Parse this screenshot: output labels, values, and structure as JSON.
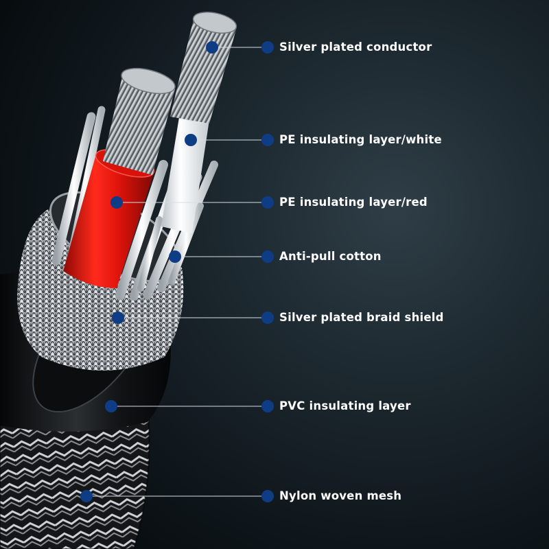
{
  "colors": {
    "background": "#0d1519",
    "marker": "#0e3d86",
    "leader_line": "#d7dee4",
    "label_text": "#ffffff",
    "red_insulation": "#e0140c",
    "white_insulation": "#eef2f4",
    "conductor": "#9aa4ab"
  },
  "callouts": [
    {
      "name": "silver-plated-conductor",
      "label": "Silver plated conductor"
    },
    {
      "name": "pe-insulating-layer-white",
      "label": "PE insulating layer/white"
    },
    {
      "name": "pe-insulating-layer-red",
      "label": "PE insulating layer/red"
    },
    {
      "name": "anti-pull-cotton",
      "label": "Anti-pull cotton"
    },
    {
      "name": "silver-plated-braid-shield",
      "label": "Silver plated braid shield"
    },
    {
      "name": "pvc-insulating-layer",
      "label": "PVC insulating layer"
    },
    {
      "name": "nylon-woven-mesh",
      "label": "Nylon woven mesh"
    }
  ]
}
